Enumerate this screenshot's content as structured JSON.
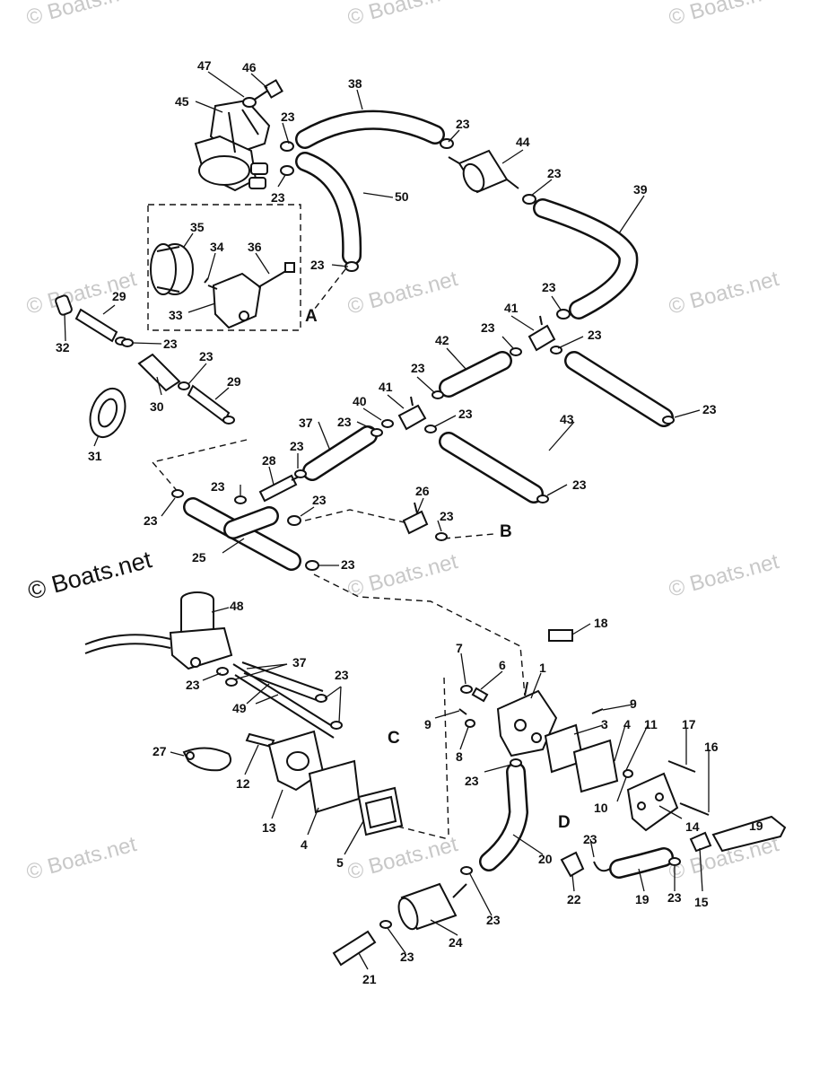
{
  "watermark": "© Boats.net",
  "main_watermark": "© Boats.net",
  "section_letters": {
    "A": "A",
    "B": "B",
    "C": "C",
    "D": "D"
  },
  "labels": {
    "n1": "1",
    "n3": "3",
    "n4": "4",
    "n5": "5",
    "n6": "6",
    "n7": "7",
    "n8": "8",
    "n9": "9",
    "n10": "10",
    "n11": "11",
    "n12": "12",
    "n13": "13",
    "n14": "14",
    "n15": "15",
    "n16": "16",
    "n17": "17",
    "n18": "18",
    "n19": "19",
    "n20": "20",
    "n21": "21",
    "n22": "22",
    "n23": "23",
    "n24": "24",
    "n25": "25",
    "n26": "26",
    "n27": "27",
    "n28": "28",
    "n29": "29",
    "n30": "30",
    "n31": "31",
    "n32": "32",
    "n33": "33",
    "n34": "34",
    "n35": "35",
    "n36": "36",
    "n37": "37",
    "n38": "38",
    "n39": "39",
    "n40": "40",
    "n41": "41",
    "n42": "42",
    "n43": "43",
    "n44": "44",
    "n45": "45",
    "n46": "46",
    "n47": "47",
    "n48": "48",
    "n49": "49",
    "n50": "50"
  }
}
